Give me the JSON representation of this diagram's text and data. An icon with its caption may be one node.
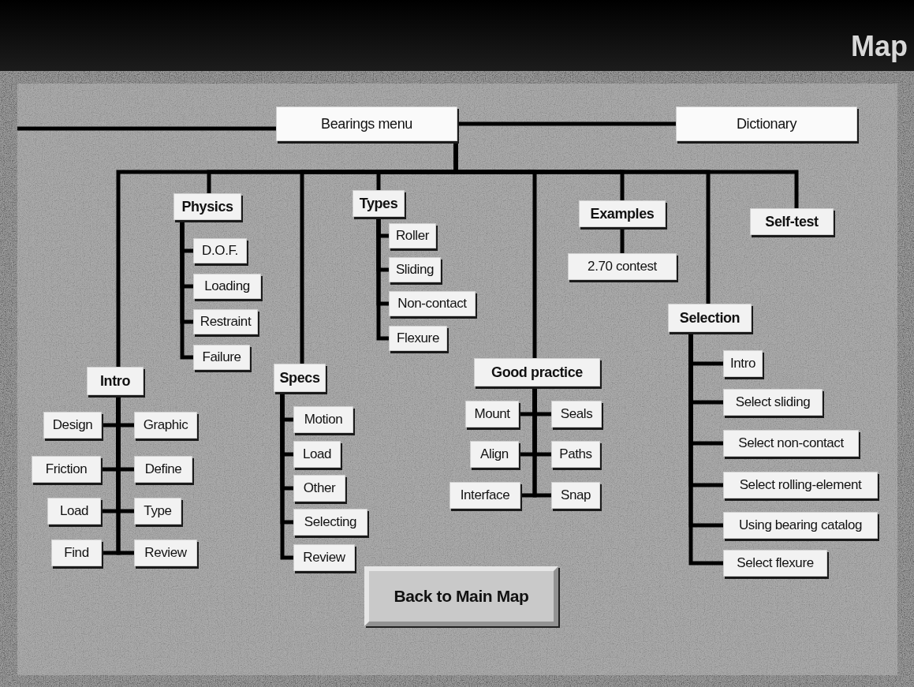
{
  "diagram": {
    "title": "Map",
    "nodes": [
      {
        "text": [
          "Bearings menu"
        ]
      },
      {
        "text": [
          "Dictionary"
        ]
      },
      {
        "text": [
          "Physics"
        ]
      },
      {
        "text": [
          "D.O.F."
        ]
      },
      {
        "text": [
          "Loading"
        ]
      },
      {
        "text": [
          "Restraint"
        ]
      },
      {
        "text": [
          "Failure"
        ]
      },
      {
        "text": [
          "Types"
        ]
      },
      {
        "text": [
          "Roller"
        ]
      },
      {
        "text": [
          "Sliding"
        ]
      },
      {
        "text": [
          "Non-contact"
        ]
      },
      {
        "text": [
          "Flexure"
        ]
      },
      {
        "text": [
          "Examples"
        ]
      },
      {
        "text": [
          "2.70 contest"
        ]
      },
      {
        "text": [
          "Self-test"
        ]
      },
      {
        "text": [
          "Intro"
        ]
      },
      {
        "text": [
          "Design"
        ]
      },
      {
        "text": [
          "Graphic"
        ]
      },
      {
        "text": [
          "Friction"
        ]
      },
      {
        "text": [
          "Define"
        ]
      },
      {
        "text": [
          "Load"
        ]
      },
      {
        "text": [
          "Type"
        ]
      },
      {
        "text": [
          "Find"
        ]
      },
      {
        "text": [
          "Review"
        ]
      },
      {
        "text": [
          "Specs"
        ]
      },
      {
        "text": [
          "Motion"
        ]
      },
      {
        "text": [
          "Load"
        ]
      },
      {
        "text": [
          "Other"
        ]
      },
      {
        "text": [
          "Selecting"
        ]
      },
      {
        "text": [
          "Review"
        ]
      },
      {
        "text": [
          "Good practice"
        ]
      },
      {
        "text": [
          "Mount"
        ]
      },
      {
        "text": [
          "Seals"
        ]
      },
      {
        "text": [
          "Align"
        ]
      },
      {
        "text": [
          "Paths"
        ]
      },
      {
        "text": [
          "Interface"
        ]
      },
      {
        "text": [
          "Snap"
        ]
      },
      {
        "text": [
          "Selection"
        ]
      },
      {
        "text": [
          "Intro"
        ]
      },
      {
        "text": [
          "Select sliding"
        ]
      },
      {
        "text": [
          "Select non-contact"
        ]
      },
      {
        "text": [
          "Select rolling-element"
        ]
      },
      {
        "text": [
          "Using bearing catalog"
        ]
      },
      {
        "text": [
          "Select flexure"
        ]
      },
      {
        "text": [
          "Back to Main Map"
        ]
      }
    ],
    "edges": [
      {
        "from": 0,
        "to": null,
        "arrow": "none"
      },
      {
        "from": 0,
        "to": 1,
        "arrow": "none"
      },
      {
        "from": 0,
        "to": 15,
        "arrow": "none"
      },
      {
        "from": 0,
        "to": 2,
        "arrow": "none"
      },
      {
        "from": 0,
        "to": 24,
        "arrow": "none"
      },
      {
        "from": 0,
        "to": 7,
        "arrow": "none"
      },
      {
        "from": 0,
        "to": 30,
        "arrow": "none"
      },
      {
        "from": 0,
        "to": 12,
        "arrow": "none"
      },
      {
        "from": 0,
        "to": 37,
        "arrow": "none"
      },
      {
        "from": 0,
        "to": 14,
        "arrow": "none"
      },
      {
        "from": 2,
        "to": 3,
        "arrow": "none"
      },
      {
        "from": 2,
        "to": 4,
        "arrow": "none"
      },
      {
        "from": 2,
        "to": 5,
        "arrow": "none"
      },
      {
        "from": 2,
        "to": 6,
        "arrow": "none"
      },
      {
        "from": 7,
        "to": 8,
        "arrow": "none"
      },
      {
        "from": 7,
        "to": 9,
        "arrow": "none"
      },
      {
        "from": 7,
        "to": 10,
        "arrow": "none"
      },
      {
        "from": 7,
        "to": 11,
        "arrow": "none"
      },
      {
        "from": 12,
        "to": 13,
        "arrow": "none"
      },
      {
        "from": 15,
        "to": 16,
        "arrow": "none"
      },
      {
        "from": 15,
        "to": 17,
        "arrow": "none"
      },
      {
        "from": 15,
        "to": 18,
        "arrow": "none"
      },
      {
        "from": 15,
        "to": 19,
        "arrow": "none"
      },
      {
        "from": 15,
        "to": 20,
        "arrow": "none"
      },
      {
        "from": 15,
        "to": 21,
        "arrow": "none"
      },
      {
        "from": 15,
        "to": 22,
        "arrow": "none"
      },
      {
        "from": 15,
        "to": 23,
        "arrow": "none"
      },
      {
        "from": 24,
        "to": 25,
        "arrow": "none"
      },
      {
        "from": 24,
        "to": 26,
        "arrow": "none"
      },
      {
        "from": 24,
        "to": 27,
        "arrow": "none"
      },
      {
        "from": 24,
        "to": 28,
        "arrow": "none"
      },
      {
        "from": 24,
        "to": 29,
        "arrow": "none"
      },
      {
        "from": 30,
        "to": 31,
        "arrow": "none"
      },
      {
        "from": 30,
        "to": 32,
        "arrow": "none"
      },
      {
        "from": 30,
        "to": 33,
        "arrow": "none"
      },
      {
        "from": 30,
        "to": 34,
        "arrow": "none"
      },
      {
        "from": 30,
        "to": 35,
        "arrow": "none"
      },
      {
        "from": 30,
        "to": 36,
        "arrow": "none"
      },
      {
        "from": 37,
        "to": 38,
        "arrow": "none"
      },
      {
        "from": 37,
        "to": 39,
        "arrow": "none"
      },
      {
        "from": 37,
        "to": 40,
        "arrow": "none"
      },
      {
        "from": 37,
        "to": 41,
        "arrow": "none"
      },
      {
        "from": 37,
        "to": 42,
        "arrow": "none"
      },
      {
        "from": 37,
        "to": 43,
        "arrow": "none"
      }
    ]
  }
}
